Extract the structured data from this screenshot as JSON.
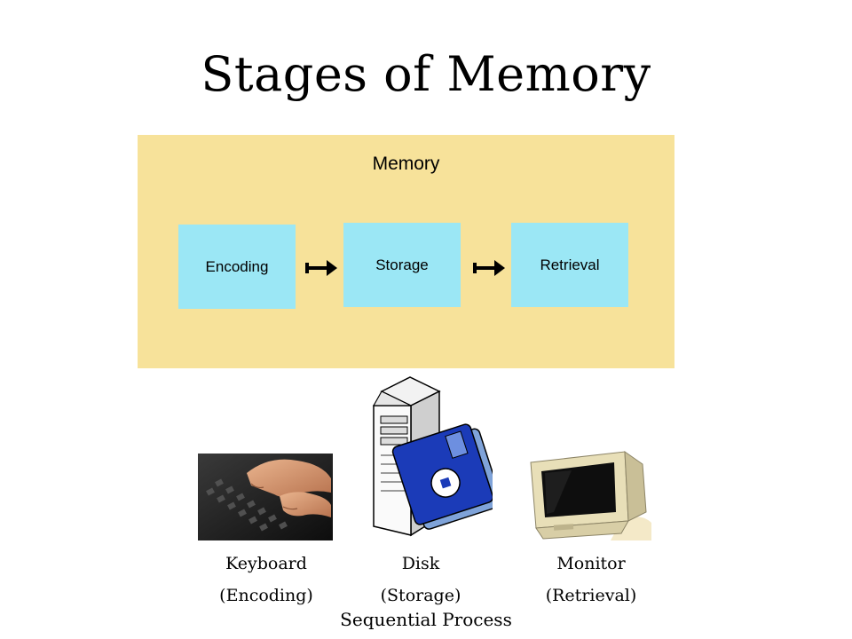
{
  "title": "Stages of Memory",
  "diagram": {
    "panel_title": "Memory",
    "stages": [
      "Encoding",
      "Storage",
      "Retrieval"
    ],
    "colors": {
      "panel": "#f7e29a",
      "stage": "#9be7f5"
    }
  },
  "devices": {
    "keyboard": {
      "name": "Keyboard",
      "stage": "(Encoding)"
    },
    "disk": {
      "name": "Disk",
      "stage": "(Storage)"
    },
    "monitor": {
      "name": "Monitor",
      "stage": "(Retrieval)"
    }
  },
  "footer": "Sequential Process"
}
